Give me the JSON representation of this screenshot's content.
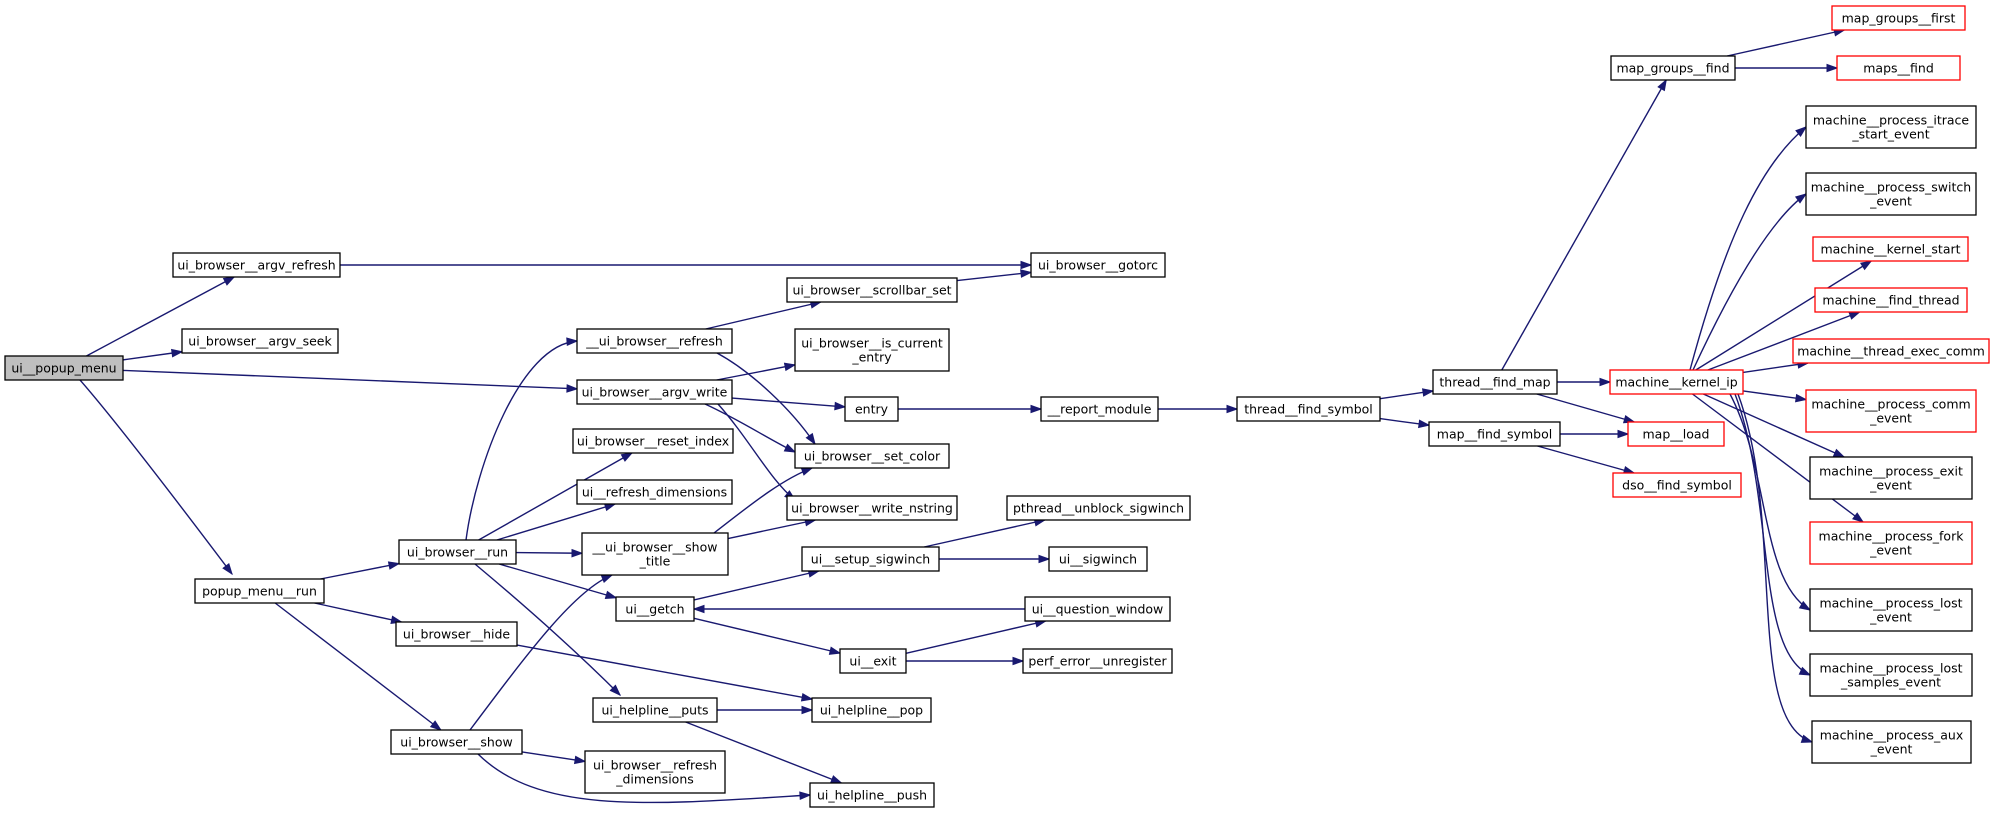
{
  "colors": {
    "edge": "#191970",
    "border_default": "#000000",
    "border_external": "#ff0000",
    "root_fill": "#bfbfbf"
  },
  "nodes": [
    {
      "id": "n1",
      "label": [
        "ui__popup_menu"
      ],
      "style": "root"
    },
    {
      "id": "n2",
      "label": [
        "ui_browser__argv_refresh"
      ],
      "style": "normal"
    },
    {
      "id": "n3",
      "label": [
        "ui_browser__argv_seek"
      ],
      "style": "normal"
    },
    {
      "id": "n4",
      "label": [
        "ui_browser__argv_write"
      ],
      "style": "normal"
    },
    {
      "id": "n5",
      "label": [
        "popup_menu__run"
      ],
      "style": "normal"
    },
    {
      "id": "n6",
      "label": [
        "ui_browser__gotorc"
      ],
      "style": "normal"
    },
    {
      "id": "n7",
      "label": [
        "ui_browser__scrollbar_set"
      ],
      "style": "normal"
    },
    {
      "id": "n8",
      "label": [
        "__ui_browser__refresh"
      ],
      "style": "normal"
    },
    {
      "id": "n9",
      "label": [
        "ui_browser__is_current",
        "_entry"
      ],
      "style": "normal"
    },
    {
      "id": "n10",
      "label": [
        "entry"
      ],
      "style": "normal"
    },
    {
      "id": "n11",
      "label": [
        "ui_browser__reset_index"
      ],
      "style": "normal"
    },
    {
      "id": "n12",
      "label": [
        "ui_browser__set_color"
      ],
      "style": "normal"
    },
    {
      "id": "n13",
      "label": [
        "ui__refresh_dimensions"
      ],
      "style": "normal"
    },
    {
      "id": "n14",
      "label": [
        "ui_browser__write_nstring"
      ],
      "style": "normal"
    },
    {
      "id": "n15",
      "label": [
        "ui_browser__run"
      ],
      "style": "normal"
    },
    {
      "id": "n16",
      "label": [
        "__ui_browser__show",
        "_title"
      ],
      "style": "normal"
    },
    {
      "id": "n17",
      "label": [
        "ui__getch"
      ],
      "style": "normal"
    },
    {
      "id": "n18",
      "label": [
        "ui_browser__hide"
      ],
      "style": "normal"
    },
    {
      "id": "n19",
      "label": [
        "ui_browser__show"
      ],
      "style": "normal"
    },
    {
      "id": "n20",
      "label": [
        "ui_helpline__puts"
      ],
      "style": "normal"
    },
    {
      "id": "n21",
      "label": [
        "ui_browser__refresh",
        "_dimensions"
      ],
      "style": "normal"
    },
    {
      "id": "n22",
      "label": [
        "ui_helpline__pop"
      ],
      "style": "normal"
    },
    {
      "id": "n23",
      "label": [
        "ui_helpline__push"
      ],
      "style": "normal"
    },
    {
      "id": "n24",
      "label": [
        "ui__setup_sigwinch"
      ],
      "style": "normal"
    },
    {
      "id": "n25",
      "label": [
        "ui__exit"
      ],
      "style": "normal"
    },
    {
      "id": "n26",
      "label": [
        "pthread__unblock_sigwinch"
      ],
      "style": "normal"
    },
    {
      "id": "n27",
      "label": [
        "ui__sigwinch"
      ],
      "style": "normal"
    },
    {
      "id": "n28",
      "label": [
        "ui__question_window"
      ],
      "style": "normal"
    },
    {
      "id": "n29",
      "label": [
        "perf_error__unregister"
      ],
      "style": "normal"
    },
    {
      "id": "n30",
      "label": [
        "__report_module"
      ],
      "style": "normal"
    },
    {
      "id": "n31",
      "label": [
        "thread__find_symbol"
      ],
      "style": "normal"
    },
    {
      "id": "n32",
      "label": [
        "thread__find_map"
      ],
      "style": "normal"
    },
    {
      "id": "n33",
      "label": [
        "map__find_symbol"
      ],
      "style": "normal"
    },
    {
      "id": "n34",
      "label": [
        "map_groups__find"
      ],
      "style": "normal"
    },
    {
      "id": "n35",
      "label": [
        "machine__kernel_ip"
      ],
      "style": "external"
    },
    {
      "id": "n36",
      "label": [
        "map__load"
      ],
      "style": "external"
    },
    {
      "id": "n37",
      "label": [
        "dso__find_symbol"
      ],
      "style": "external"
    },
    {
      "id": "n38",
      "label": [
        "map_groups__first"
      ],
      "style": "external"
    },
    {
      "id": "n39",
      "label": [
        "maps__find"
      ],
      "style": "external"
    },
    {
      "id": "n40",
      "label": [
        "machine__process_itrace",
        "_start_event"
      ],
      "style": "normal"
    },
    {
      "id": "n41",
      "label": [
        "machine__process_switch",
        "_event"
      ],
      "style": "normal"
    },
    {
      "id": "n42",
      "label": [
        "machine__kernel_start"
      ],
      "style": "external"
    },
    {
      "id": "n43",
      "label": [
        "machine__find_thread"
      ],
      "style": "external"
    },
    {
      "id": "n44",
      "label": [
        "machine__thread_exec_comm"
      ],
      "style": "external"
    },
    {
      "id": "n45",
      "label": [
        "machine__process_comm",
        "_event"
      ],
      "style": "external"
    },
    {
      "id": "n46",
      "label": [
        "machine__process_exit",
        "_event"
      ],
      "style": "normal"
    },
    {
      "id": "n47",
      "label": [
        "machine__process_fork",
        "_event"
      ],
      "style": "external"
    },
    {
      "id": "n48",
      "label": [
        "machine__process_lost",
        "_event"
      ],
      "style": "normal"
    },
    {
      "id": "n49",
      "label": [
        "machine__process_lost",
        "_samples_event"
      ],
      "style": "normal"
    },
    {
      "id": "n50",
      "label": [
        "machine__process_aux",
        "_event"
      ],
      "style": "normal"
    }
  ],
  "edges": [
    [
      "n1",
      "n2"
    ],
    [
      "n1",
      "n3"
    ],
    [
      "n1",
      "n4"
    ],
    [
      "n1",
      "n5"
    ],
    [
      "n2",
      "n6"
    ],
    [
      "n4",
      "n9"
    ],
    [
      "n4",
      "n10"
    ],
    [
      "n4",
      "n12"
    ],
    [
      "n4",
      "n14"
    ],
    [
      "n5",
      "n15"
    ],
    [
      "n5",
      "n18"
    ],
    [
      "n5",
      "n19"
    ],
    [
      "n8",
      "n7"
    ],
    [
      "n8",
      "n12"
    ],
    [
      "n7",
      "n6"
    ],
    [
      "n10",
      "n30"
    ],
    [
      "n15",
      "n8"
    ],
    [
      "n15",
      "n11"
    ],
    [
      "n15",
      "n13"
    ],
    [
      "n15",
      "n16"
    ],
    [
      "n15",
      "n17"
    ],
    [
      "n15",
      "n20"
    ],
    [
      "n16",
      "n12"
    ],
    [
      "n16",
      "n14"
    ],
    [
      "n17",
      "n24"
    ],
    [
      "n17",
      "n25"
    ],
    [
      "n18",
      "n22"
    ],
    [
      "n19",
      "n16"
    ],
    [
      "n19",
      "n21"
    ],
    [
      "n19",
      "n23"
    ],
    [
      "n20",
      "n22"
    ],
    [
      "n20",
      "n23"
    ],
    [
      "n24",
      "n26"
    ],
    [
      "n24",
      "n27"
    ],
    [
      "n25",
      "n28"
    ],
    [
      "n25",
      "n29"
    ],
    [
      "n28",
      "n17"
    ],
    [
      "n30",
      "n31"
    ],
    [
      "n31",
      "n32"
    ],
    [
      "n31",
      "n33"
    ],
    [
      "n32",
      "n34"
    ],
    [
      "n32",
      "n35"
    ],
    [
      "n32",
      "n36"
    ],
    [
      "n33",
      "n36"
    ],
    [
      "n33",
      "n37"
    ],
    [
      "n34",
      "n38"
    ],
    [
      "n34",
      "n39"
    ],
    [
      "n35",
      "n40"
    ],
    [
      "n35",
      "n41"
    ],
    [
      "n35",
      "n42"
    ],
    [
      "n35",
      "n43"
    ],
    [
      "n35",
      "n44"
    ],
    [
      "n35",
      "n45"
    ],
    [
      "n35",
      "n46"
    ],
    [
      "n35",
      "n47"
    ],
    [
      "n35",
      "n48"
    ],
    [
      "n35",
      "n49"
    ],
    [
      "n35",
      "n50"
    ]
  ]
}
